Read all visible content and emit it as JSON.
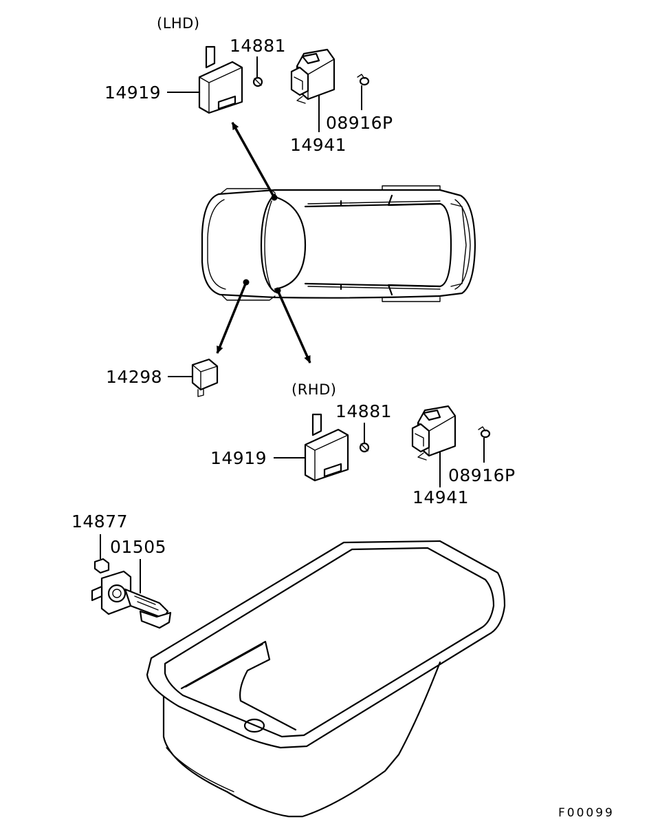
{
  "sections": {
    "lhd": "(LHD)",
    "rhd": "(RHD)"
  },
  "parts": {
    "lhd_14881": "14881",
    "lhd_14919": "14919",
    "lhd_14941": "14941",
    "lhd_08916p": "08916P",
    "p14298": "14298",
    "rhd_14881": "14881",
    "rhd_14919": "14919",
    "rhd_14941": "14941",
    "rhd_08916p": "08916P",
    "p14877": "14877",
    "p01505": "01505"
  },
  "figure_code": "F00099"
}
